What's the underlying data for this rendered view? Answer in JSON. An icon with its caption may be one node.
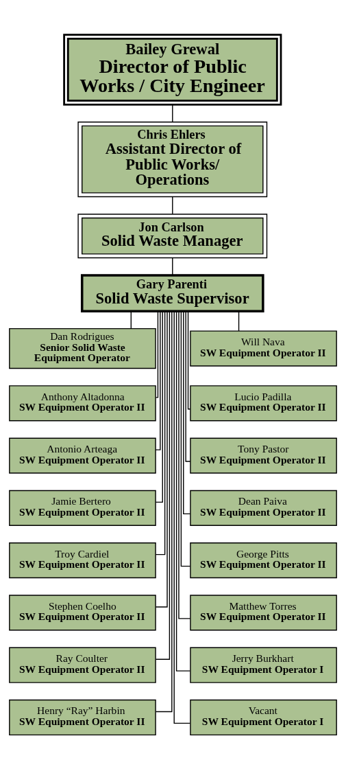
{
  "diagram": {
    "nodes": [
      {
        "text": [
          "Bailey Grewal",
          "Director of Public Works / City Engineer"
        ]
      },
      {
        "text": [
          "Chris Ehlers",
          "Assistant Director of Public Works/ Operations"
        ]
      },
      {
        "text": [
          "Jon Carlson",
          "Solid Waste Manager"
        ]
      },
      {
        "text": [
          "Gary Parenti",
          "Solid Waste Supervisor"
        ]
      },
      {
        "text": [
          "Dan Rodrigues",
          "Senior Solid Waste Equipment Operator"
        ]
      },
      {
        "text": [
          "Will Nava",
          "SW Equipment Operator II"
        ]
      },
      {
        "text": [
          "Anthony Altadonna",
          "SW Equipment Operator II"
        ]
      },
      {
        "text": [
          "Lucio Padilla",
          "SW Equipment Operator II"
        ]
      },
      {
        "text": [
          "Antonio Arteaga",
          "SW Equipment Operator II"
        ]
      },
      {
        "text": [
          "Tony Pastor",
          "SW Equipment Operator II"
        ]
      },
      {
        "text": [
          "Jamie Bertero",
          "SW Equipment Operator II"
        ]
      },
      {
        "text": [
          "Dean Paiva",
          "SW Equipment Operator II"
        ]
      },
      {
        "text": [
          "Troy Cardiel",
          "SW Equipment Operator II"
        ]
      },
      {
        "text": [
          "George Pitts",
          "SW Equipment Operator II"
        ]
      },
      {
        "text": [
          "Stephen Coelho",
          "SW Equipment Operator II"
        ]
      },
      {
        "text": [
          "Matthew Torres",
          "SW Equipment Operator II"
        ]
      },
      {
        "text": [
          "Ray Coulter",
          "SW Equipment Operator II"
        ]
      },
      {
        "text": [
          "Jerry Burkhart",
          "SW Equipment Operator I"
        ]
      },
      {
        "text": [
          "Henry “Ray” Harbin",
          "SW Equipment Operator II"
        ]
      },
      {
        "text": [
          "Vacant",
          "SW Equipment Operator I"
        ]
      }
    ],
    "edges": [
      {
        "from": 0,
        "to": 1,
        "arrow": "none"
      },
      {
        "from": 1,
        "to": 2,
        "arrow": "none"
      },
      {
        "from": 2,
        "to": 3,
        "arrow": "none"
      },
      {
        "from": 3,
        "to": 4,
        "arrow": "none"
      },
      {
        "from": 3,
        "to": 5,
        "arrow": "none"
      },
      {
        "from": 3,
        "to": 6,
        "arrow": "none"
      },
      {
        "from": 3,
        "to": 7,
        "arrow": "none"
      },
      {
        "from": 3,
        "to": 8,
        "arrow": "none"
      },
      {
        "from": 3,
        "to": 9,
        "arrow": "none"
      },
      {
        "from": 3,
        "to": 10,
        "arrow": "none"
      },
      {
        "from": 3,
        "to": 11,
        "arrow": "none"
      },
      {
        "from": 3,
        "to": 12,
        "arrow": "none"
      },
      {
        "from": 3,
        "to": 13,
        "arrow": "none"
      },
      {
        "from": 3,
        "to": 14,
        "arrow": "none"
      },
      {
        "from": 3,
        "to": 15,
        "arrow": "none"
      },
      {
        "from": 3,
        "to": 16,
        "arrow": "none"
      },
      {
        "from": 3,
        "to": 17,
        "arrow": "none"
      },
      {
        "from": 3,
        "to": 18,
        "arrow": "none"
      },
      {
        "from": 3,
        "to": 19,
        "arrow": "none"
      }
    ]
  }
}
